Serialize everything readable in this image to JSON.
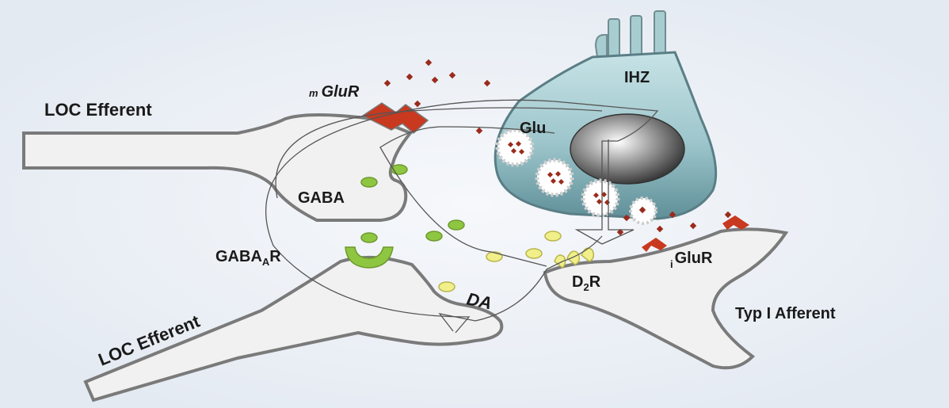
{
  "labels": {
    "loc_efferent_top": "LOC Efferent",
    "mglur_prefix": "m",
    "mglur_main": "GluR",
    "ihz": "IHZ",
    "glu": "Glu",
    "gaba": "GABA",
    "gabaar_main": "GABA",
    "gabaar_sub": "A",
    "gabaar_suffix": "R",
    "da": "DA",
    "d2r_main": "D",
    "d2r_sub": "2",
    "d2r_suffix": "R",
    "iglur_prefix": "i",
    "iglur_main": "GluR",
    "typ_afferent": "Typ I Afferent",
    "loc_efferent_bottom": "LOC Efferent"
  },
  "colors": {
    "background": "#eef2f7",
    "neuron_fill": "#f1f1f1",
    "neuron_stroke": "#7a7a7a",
    "hair_cell_fill": "#a8cdd1",
    "hair_cell_dark": "#4f7f8a",
    "receptor_red": "#c8391f",
    "gaba_green": "#8ec641",
    "da_yellow": "#f1ef8a",
    "transmitter_dot": "#9a2b1b"
  }
}
